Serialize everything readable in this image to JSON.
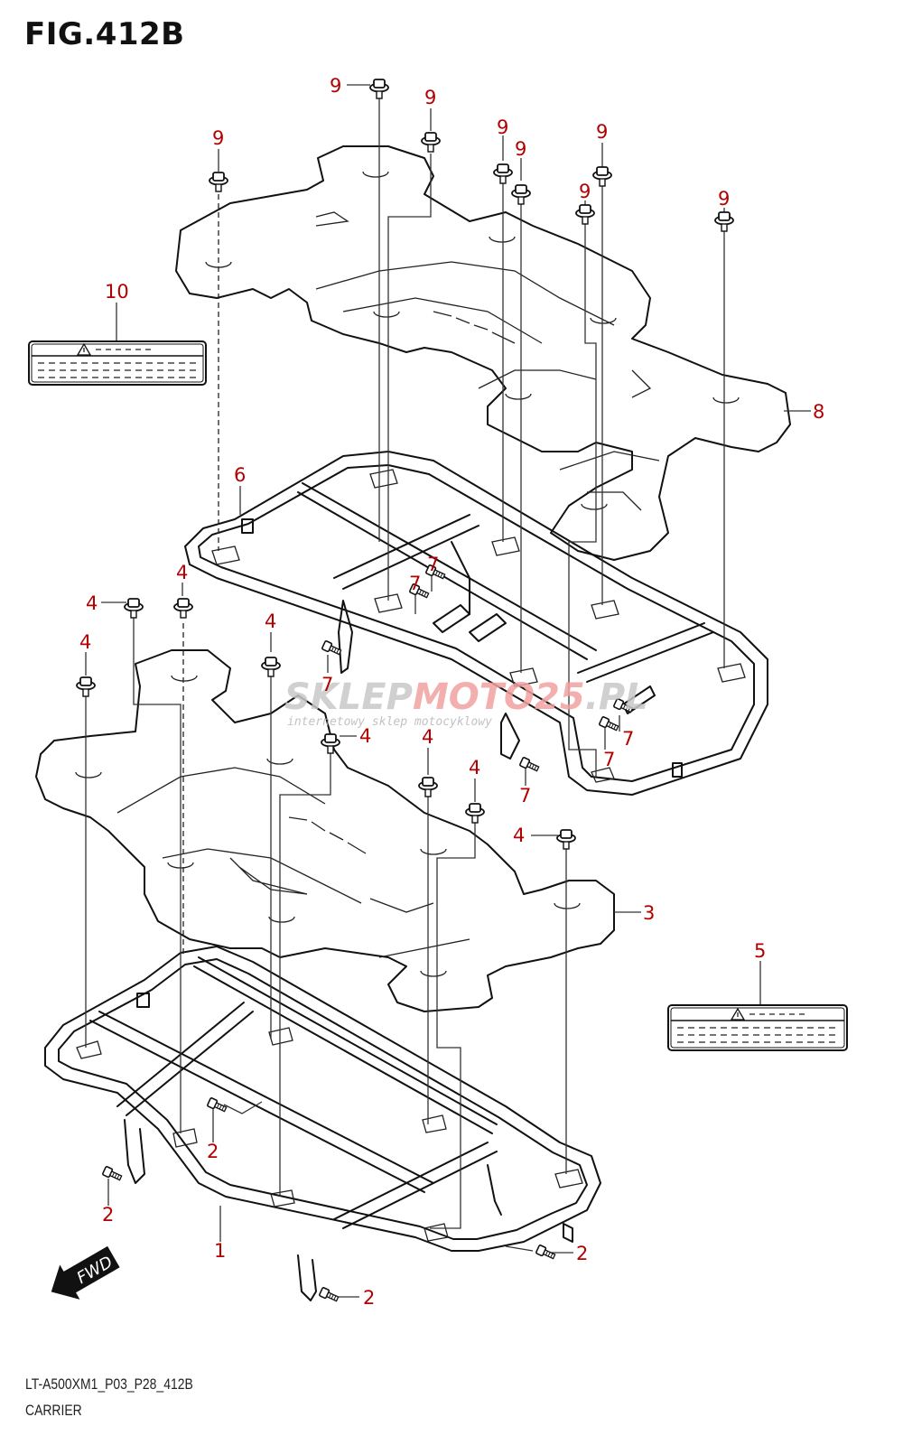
{
  "figure": {
    "title": "FIG.412B",
    "code": "LT-A500XM1_P03_P28_412B",
    "name": "CARRIER"
  },
  "callout_color": "#b30000",
  "callouts": {
    "c1": "1",
    "c2a": "2",
    "c2b": "2",
    "c2c": "2",
    "c2d": "2",
    "c3": "3",
    "c4a": "4",
    "c4b": "4",
    "c4c": "4",
    "c4d": "4",
    "c4e": "4",
    "c4f": "4",
    "c4g": "4",
    "c4h": "4",
    "c5": "5",
    "c6": "6",
    "c7a": "7",
    "c7b": "7",
    "c7c": "7",
    "c7d": "7",
    "c7e": "7",
    "c7f": "7",
    "c8": "8",
    "c9a": "9",
    "c9b": "9",
    "c9c": "9",
    "c9d": "9",
    "c9e": "9",
    "c9f": "9",
    "c9g": "9",
    "c9h": "9",
    "c10": "10"
  },
  "direction_arrow": {
    "label": "FWD",
    "icon": "forward-arrow-icon"
  },
  "labels": [
    {
      "ref": "10",
      "icon": "warning-triangle-icon"
    },
    {
      "ref": "5",
      "icon": "warning-triangle-icon"
    }
  ],
  "watermark": {
    "brand_part1": "SKLEP",
    "brand_part2": "MOTO",
    "brand_part3": "25",
    "brand_tld": ".PL",
    "tagline": "internetowy sklep motocyklowy",
    "colors": {
      "grey": "#c8c8c8",
      "red": "#f2a0a0"
    }
  }
}
